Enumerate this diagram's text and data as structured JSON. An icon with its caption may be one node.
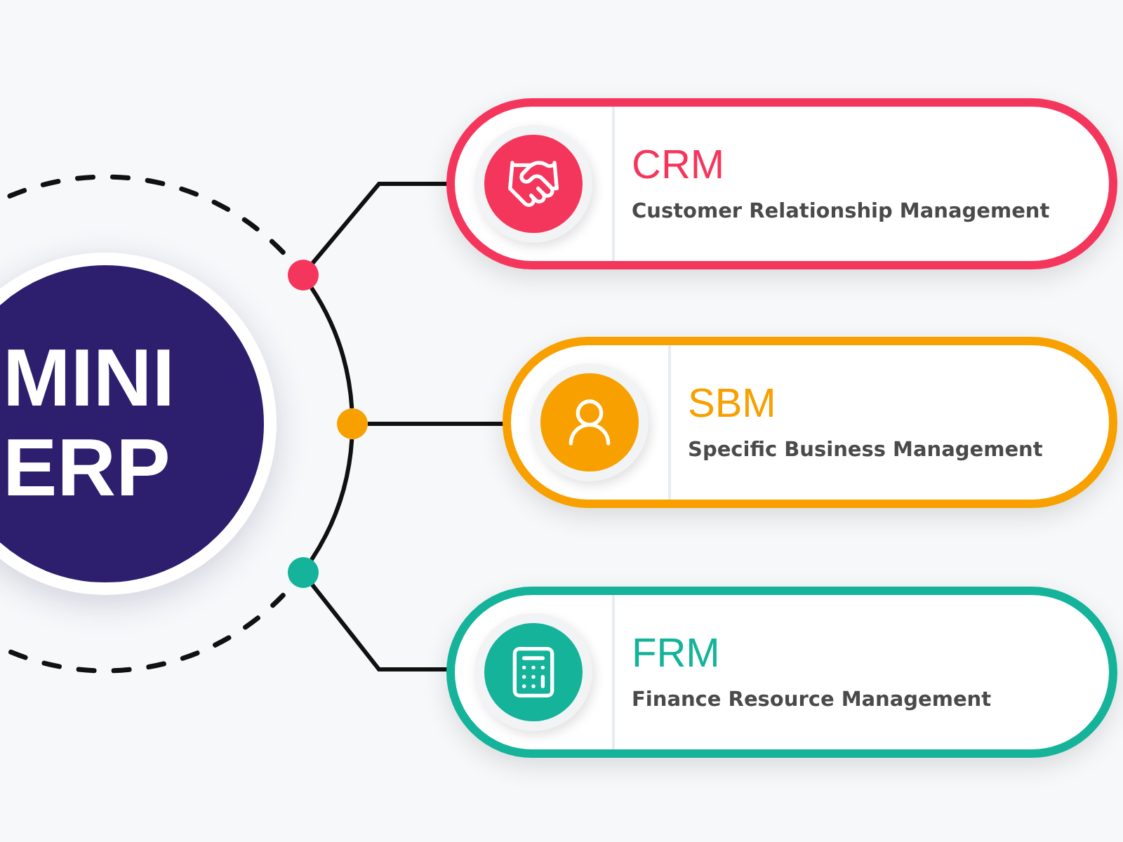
{
  "diagram": {
    "nodes": [
      {
        "text": [
          "MINI ERP"
        ]
      },
      {
        "text": [
          "CRM",
          "Customer Relationship Management"
        ]
      },
      {
        "text": [
          "SBM",
          "Specific Business Management"
        ]
      },
      {
        "text": [
          "FRM",
          "Finance Resource Management"
        ]
      },
      {
        "text": [],
        "shape": "circle"
      },
      {
        "text": [],
        "shape": "circle"
      },
      {
        "text": [],
        "shape": "circle"
      }
    ],
    "edges": [
      {
        "from": 4,
        "to": 1,
        "arrow": "none"
      },
      {
        "from": 5,
        "to": 2,
        "arrow": "none"
      },
      {
        "from": 6,
        "to": 3,
        "arrow": "none"
      },
      {
        "from": 4,
        "to": 5,
        "arrow": "none"
      },
      {
        "from": 5,
        "to": 6,
        "arrow": "none"
      }
    ]
  }
}
